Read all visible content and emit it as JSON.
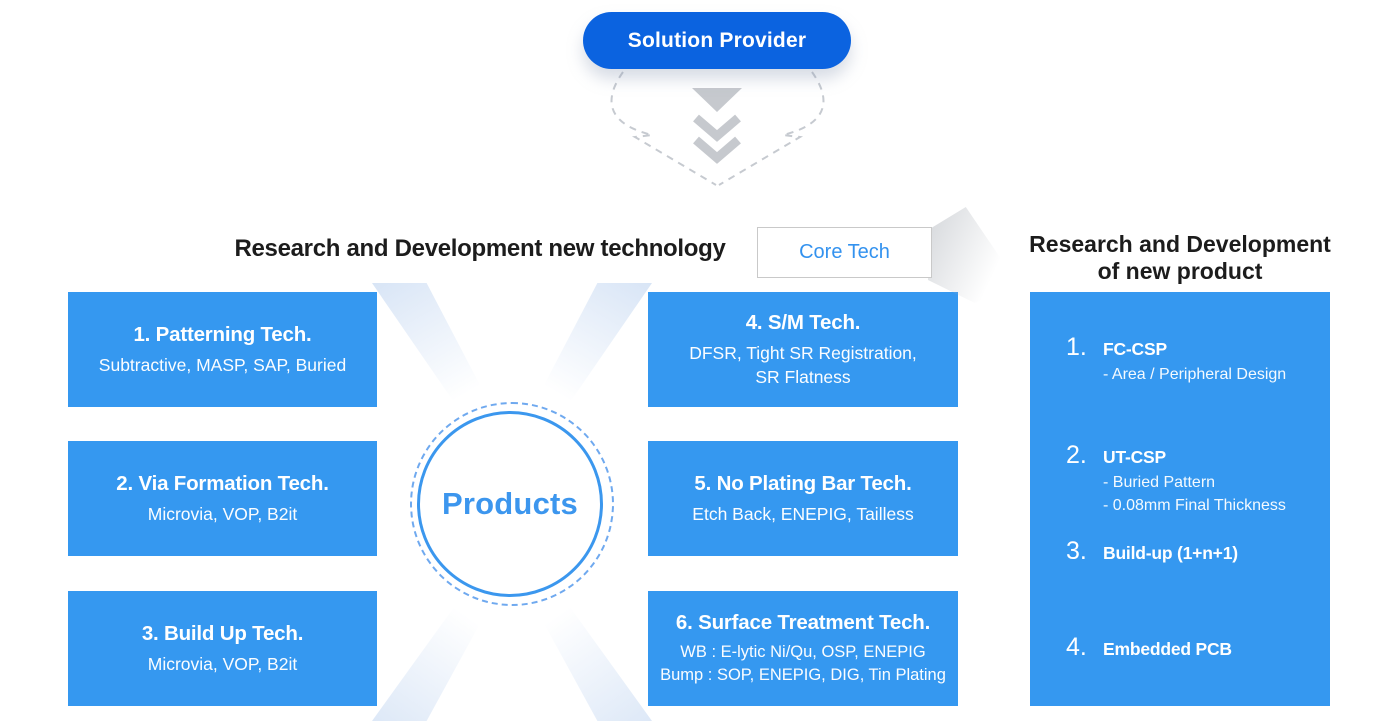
{
  "banner": {
    "label": "Solution Provider"
  },
  "sections": {
    "left": {
      "heading": "Research and Development new technology",
      "core_tech_label": "Core Tech"
    },
    "right": {
      "heading_line1": "Research and Development",
      "heading_line2": "of new product"
    }
  },
  "center": {
    "label": "Products"
  },
  "tech_boxes": [
    {
      "title": "1. Patterning Tech.",
      "lines": [
        "Subtractive, MASP, SAP, Buried"
      ]
    },
    {
      "title": "2. Via Formation Tech.",
      "lines": [
        "Microvia, VOP, B2it"
      ]
    },
    {
      "title": "3. Build Up Tech.",
      "lines": [
        "Microvia, VOP, B2it"
      ]
    },
    {
      "title": "4. S/M Tech.",
      "lines": [
        "DFSR, Tight SR Registration,",
        "SR Flatness"
      ]
    },
    {
      "title": "5. No Plating Bar Tech.",
      "lines": [
        "Etch Back, ENEPIG, Tailless"
      ]
    },
    {
      "title": "6. Surface Treatment Tech.",
      "lines": [
        "WB : E-lytic Ni/Qu, OSP, ENEPIG",
        "Bump : SOP, ENEPIG, DIG, Tin Plating"
      ]
    }
  ],
  "product_box": {
    "items": [
      {
        "num": "1.",
        "name": "FC-CSP",
        "details": [
          "- Area / Peripheral Design"
        ]
      },
      {
        "num": "2.",
        "name": "UT-CSP",
        "details": [
          "- Buried Pattern",
          "- 0.08mm Final Thickness"
        ]
      },
      {
        "num": "3.",
        "name": "Build-up (1+n+1)",
        "details": []
      },
      {
        "num": "4.",
        "name": "Embedded PCB",
        "details": []
      }
    ]
  },
  "colors": {
    "banner_blue": "#0b63e0",
    "box_blue": "#3598f0",
    "accent_blue": "#3392ef",
    "circle_border_blue": "#3b97ee",
    "arrow_gray": "#c6c9ce",
    "heading_text": "#1c1c1c"
  }
}
